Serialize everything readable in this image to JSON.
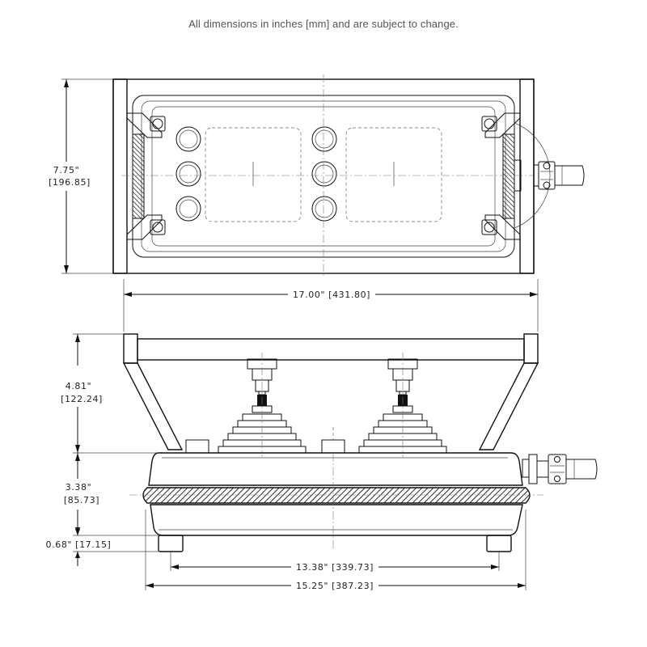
{
  "note": "All dimensions in inches [mm] and are subject to change.",
  "dimensions": {
    "top_height": {
      "inch": "7.75\"",
      "mm": "[196.85]"
    },
    "overall_width": {
      "text": "17.00\"  [431.80]"
    },
    "joystick_height": {
      "inch": "4.81\"",
      "mm": "[122.24]"
    },
    "base_height": {
      "inch": "3.38\"",
      "mm": "[85.73]"
    },
    "foot_height": {
      "text": "0.68\"  [17.15]"
    },
    "foot_spacing": {
      "text": "13.38\"  [339.73]"
    },
    "base_width": {
      "text": "15.25\"  [387.23]"
    }
  }
}
